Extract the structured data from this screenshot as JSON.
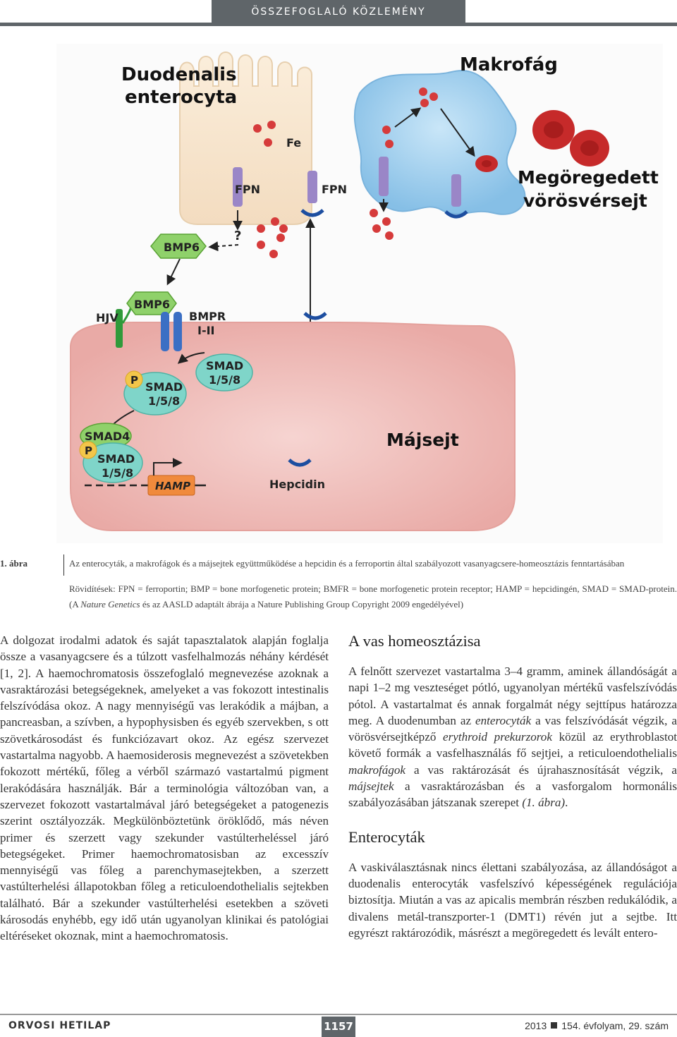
{
  "header": {
    "section": "ÖSSZEFOGLALÓ KÖZLEMÉNY"
  },
  "figure": {
    "labels": {
      "enterocyte_line1": "Duodenalis",
      "enterocyte_line2": "enterocyta",
      "macrophage": "Makrofág",
      "rbc_line1": "Megöregedett",
      "rbc_line2": "vörösvérsejt",
      "fe": "Fe",
      "fpn_left": "FPN",
      "fpn_right": "FPN",
      "question": "?",
      "bmp6_top": "BMP6",
      "bmp6_receptor": "BMP6",
      "hjv": "HJV",
      "bmpr_line1": "BMPR",
      "bmpr_line2": "I-II",
      "smad_right_line1": "SMAD",
      "smad_right_line2": "1/5/8",
      "p_mid": "P",
      "smad_mid_line1": "SMAD",
      "smad_mid_line2": "1/5/8",
      "smad4": "SMAD4",
      "p_low": "P",
      "smad_low_line1": "SMAD",
      "smad_low_line2": "1/5/8",
      "hamp": "HAMP",
      "hepcidin": "Hepcidin",
      "hepatocyte": "Májsejt"
    }
  },
  "caption": {
    "number": "1. ábra",
    "text": "Az enterocyták, a makrofágok és a májsejtek együttműködése a hepcidin és a ferroportin által szabályozott vasanyagcsere-homeosztázis fenntartásában",
    "abbreviations": "Rövidítések: FPN = ferroportin; BMP = bone morfogenetic protein; BMFR = bone morfogenetic protein receptor; HAMP = hepcidingén, SMAD = SMAD-protein.",
    "credit_pre": "(A ",
    "credit_journal": "Nature Genetics",
    "credit_post": " és az AASLD adaptált ábrája a Nature Publishing Group Copyright 2009 engedélyével)"
  },
  "left_column": {
    "text": "A dolgozat irodalmi adatok és saját tapasztalatok alapján foglalja össze a vasanyagcsere és a túlzott vasfelhalmozás néhány kérdését [1, 2]. A haemochromatosis összefoglaló megnevezése azoknak a vasraktározási betegségeknek, amelyeket a vas fokozott intestinalis felszívódása okoz. A nagy mennyiségű vas lerakódik a májban, a pancreasban, a szívben, a hypophysisben és egyéb szervekben, s ott szövetkárosodást és funkciózavart okoz. Az egész szervezet vastartalma nagyobb. A haemosiderosis megnevezést a szövetekben fokozott mértékű, főleg a vérből származó vastartalmú pigment lerakódására használják. Bár a terminológia változóban van, a szerve­zet fokozott vastartalmával járó betegségeket a patogenezis szerint osztályozzák. Megkülönböztetünk öröklődő, más néven primer és szerzett vagy szekunder vastúlterheléssel járó betegségeket. Primer haemochromatosisban az excesszív mennyiségű vas főleg a parenchymasejtekben, a szerzett vastúlterhelési állapotokban főleg a reticuloendothelialis sejtekben található. Bár a szekunder vastúlterhelési esetekben a szöveti károsodás enyhébb, egy idő után ugyanolyan klinikai és patológiai eltéréseket okoznak, mint a haemochromatosis."
  },
  "right_column": {
    "heading1": "A vas homeosztázisa",
    "p1": {
      "a": "A felnőtt szervezet vastartalma 3–4 gramm, aminek állandóságát a napi 1–2 mg veszteséget pótló, ugyanolyan mértékű vasfelszívódás pótol. A vastartalmat és annak forgalmát négy sejttípus határozza meg. A duodenumban az ",
      "b": "enterocyták",
      "c": " a vas felszívódását végzik, a vörösvérsejtképző ",
      "d": "erythroid prekurzorok",
      "e": " közül az erythroblastot követő formák a vasfelhasználás fő sejtjei, a reticuloendothelialis ",
      "f": "makrofágok",
      "g": " a vas raktározását és újrahasznosítását végzik, a ",
      "h": "májsejtek",
      "i": " a vasraktározásban és a vasforgalom hormonális szabályozásában játszanak szerepet ",
      "j": "(1. ábra)",
      "k": "."
    },
    "heading2": "Enterocyták",
    "p2": "A vaskiválasztásnak nincs élettani szabályozása, az állandóságot a duodenalis enterocyták vasfelszívó képességének regulációja biztosítja. Miután a vas az apicalis membrán részben redukálódik, a divalens metál-transzporter-1 (DMT1) révén jut a sejtbe. Itt egyrészt raktározódik, másrészt a megöregedett és levált entero-"
  },
  "footer": {
    "journal": "ORVOSI HETILAP",
    "page": "1157",
    "year": "2013",
    "issue": "154. évfolyam, 29. szám"
  },
  "colors": {
    "banner": "#5f6569",
    "hepatocyte": "#f1c6c3",
    "macrophage": "#a9d3ee",
    "enterocyte": "#f7e6cc",
    "iron": "#d63b3b",
    "bmp6": "#8fd16a",
    "smad": "#7fd5c9",
    "receptor": "#3b6fc4",
    "ferroportin": "#9a86c7"
  }
}
